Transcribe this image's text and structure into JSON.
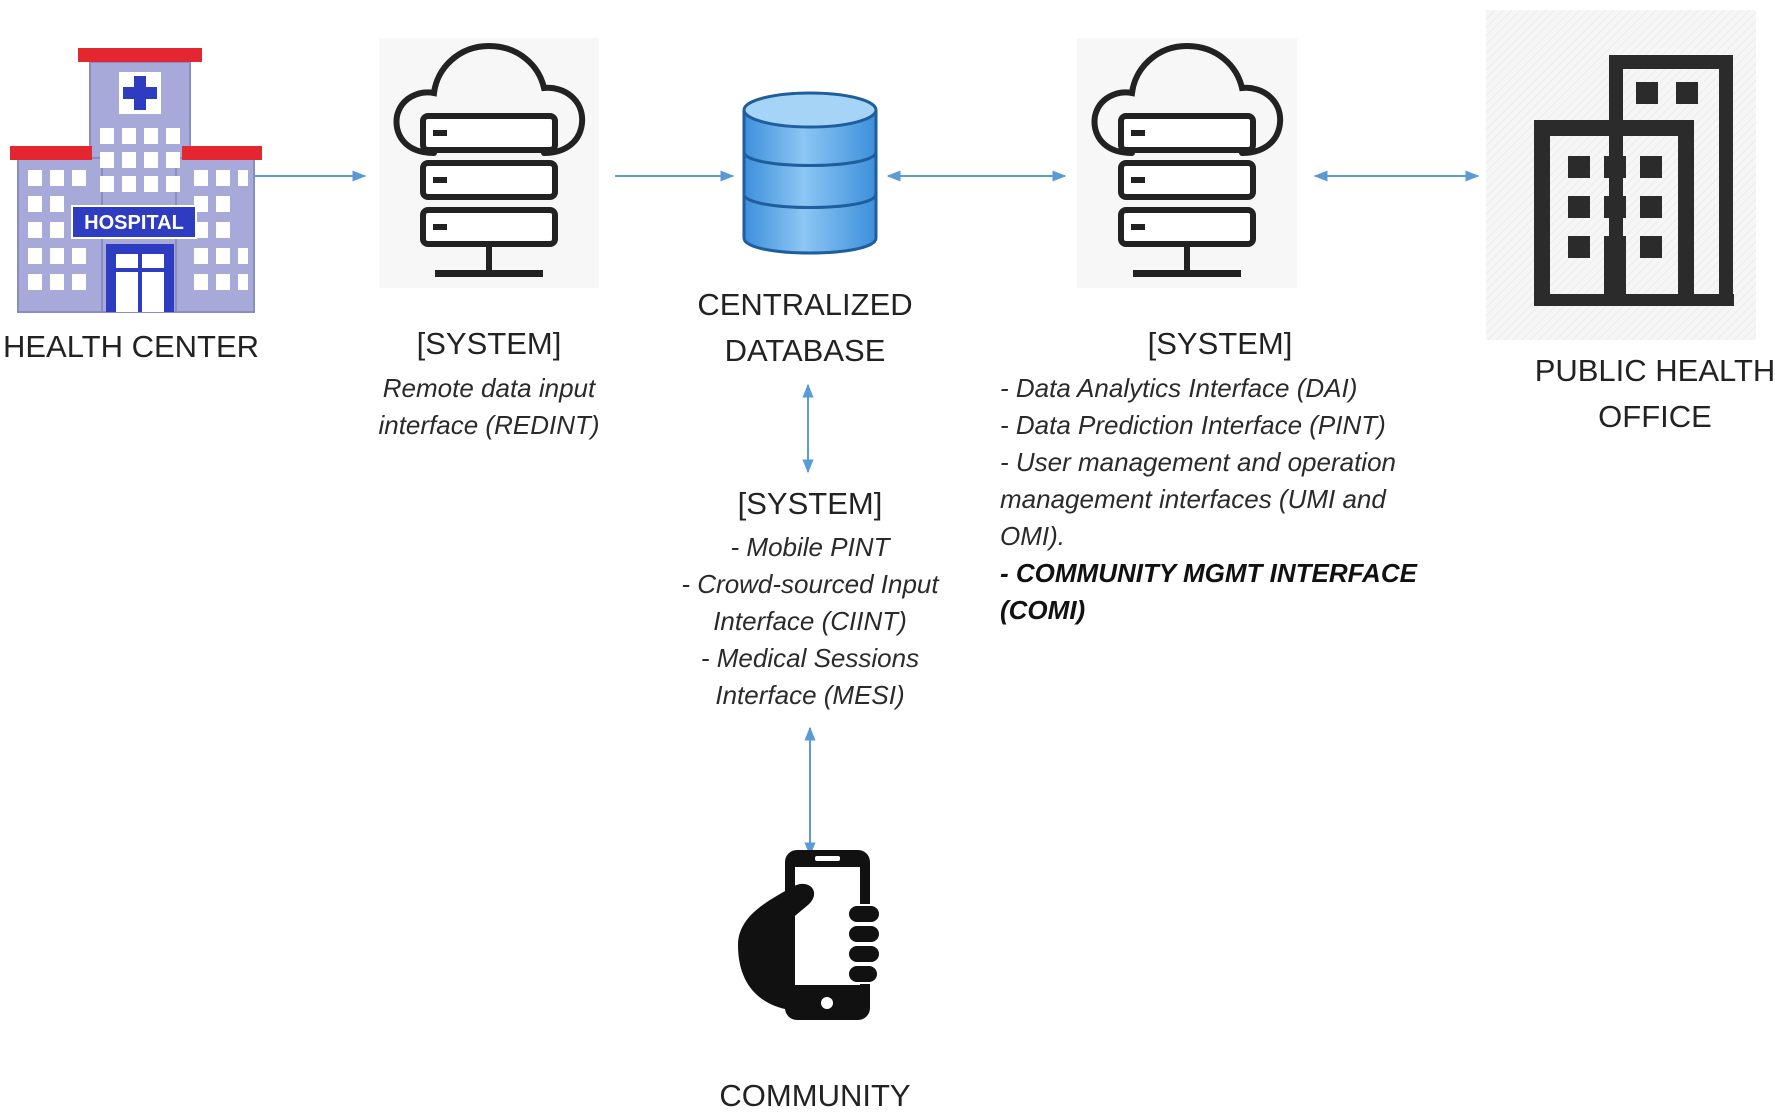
{
  "nodes": {
    "health_center": {
      "label": "HEALTH CENTER"
    },
    "system_left": {
      "title": "[SYSTEM]",
      "description": [
        "Remote data input",
        "interface (REDINT)"
      ]
    },
    "database": {
      "label_lines": [
        "CENTRALIZED",
        "DATABASE"
      ]
    },
    "system_right": {
      "title": "[SYSTEM]",
      "description": [
        "- Data Analytics Interface (DAI)",
        "- Data Prediction Interface (PINT)",
        "- User management and operation",
        "management interfaces  (UMI and",
        "OMI)."
      ],
      "highlight": [
        "- COMMUNITY MGMT INTERFACE",
        "(COMI)"
      ]
    },
    "public_health_office": {
      "label_lines": [
        "PUBLIC HEALTH",
        "OFFICE"
      ]
    },
    "system_bottom": {
      "title": "[SYSTEM]",
      "description": [
        "- Mobile PINT",
        "- Crowd-sourced Input",
        "Interface (CIINT)",
        "- Medical Sessions",
        "Interface (MESI)"
      ]
    },
    "community": {
      "label": "COMMUNITY"
    }
  },
  "hospital_sign": "HOSPITAL",
  "colors": {
    "arrow": "#5b9bd5",
    "hospital_red": "#e3262f",
    "hospital_blue": "#2e3cc2",
    "hospital_body": "#a7a9d8",
    "database_blue": "#6aaee8",
    "icon_dark": "#222222"
  }
}
